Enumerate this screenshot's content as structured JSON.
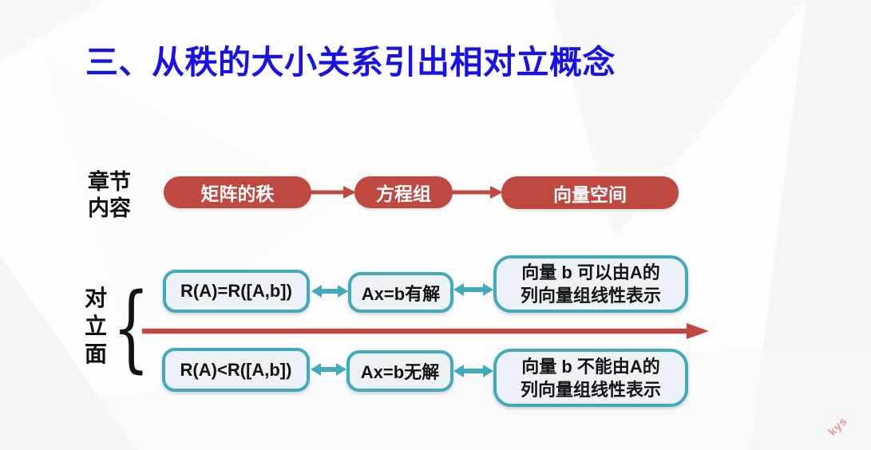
{
  "slide": {
    "title": "三、从秩的大小关系引出相对立概念"
  },
  "colors": {
    "title_blue": "#1812E6",
    "accent_red": "#BF4840",
    "accent_teal": "#41AABB",
    "box_fill": "#EDF1F8",
    "pill_text": "#FFFFFF",
    "text_dark": "#141414"
  },
  "chapter": {
    "label_line1": "章节",
    "label_line2": "内容",
    "pills": [
      "矩阵的秩",
      "方程组",
      "向量空间"
    ]
  },
  "opposite": {
    "label_char1": "对",
    "label_char2": "立",
    "label_char3": "面",
    "brace": "{",
    "top": {
      "rank": "R(A)=R([A,b])",
      "solvable": "Ax=b有解",
      "vector_line1": "向量 b 可以由A的",
      "vector_line2": "列向量组线性表示"
    },
    "bottom": {
      "rank": "R(A)<R([A,b])",
      "solvable": "Ax=b无解",
      "vector_line1": "向量 b 不能由A的",
      "vector_line2": "列向量组线性表示"
    }
  },
  "watermark": "kys"
}
